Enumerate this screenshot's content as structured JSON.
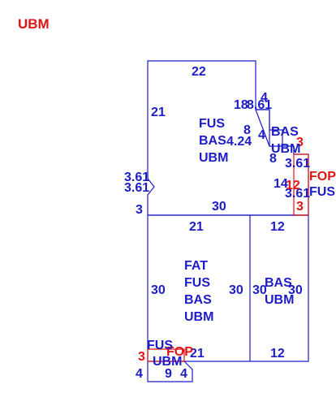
{
  "title": {
    "text": "UBM",
    "color": "#e01414"
  },
  "colors": {
    "line": "#1c1cc8",
    "accent": "#e01414"
  },
  "dimensions": [
    {
      "id": "top-22",
      "text": "22"
    },
    {
      "id": "left-21",
      "text": "21"
    },
    {
      "id": "bay-18",
      "text": "18"
    },
    {
      "id": "bay-4",
      "text": "4"
    },
    {
      "id": "bay-861",
      "text": "8.61"
    },
    {
      "id": "bay-424",
      "text": "4.24"
    },
    {
      "id": "bay-8a",
      "text": "8"
    },
    {
      "id": "bay-8b",
      "text": "8"
    },
    {
      "id": "bay-4b",
      "text": "4"
    },
    {
      "id": "right-361a",
      "text": "3.61"
    },
    {
      "id": "right-14",
      "text": "14"
    },
    {
      "id": "right-361b",
      "text": "3.61"
    },
    {
      "id": "left-361a",
      "text": "3.61"
    },
    {
      "id": "left-361b",
      "text": "3.61"
    },
    {
      "id": "left-3",
      "text": "3"
    },
    {
      "id": "mid-30",
      "text": "30"
    },
    {
      "id": "low-21",
      "text": "21"
    },
    {
      "id": "low-12",
      "text": "12"
    },
    {
      "id": "low-left-30",
      "text": "30"
    },
    {
      "id": "low-mid-30a",
      "text": "30"
    },
    {
      "id": "low-mid-30b",
      "text": "30"
    },
    {
      "id": "low-right-30",
      "text": "30"
    },
    {
      "id": "bottom-21",
      "text": "21"
    },
    {
      "id": "bottom-12",
      "text": "12"
    },
    {
      "id": "step-4a",
      "text": "4"
    },
    {
      "id": "step-9",
      "text": "9"
    },
    {
      "id": "step-4b",
      "text": "4"
    }
  ],
  "red_labels": [
    {
      "id": "red-3a",
      "text": "3"
    },
    {
      "id": "red-12a",
      "text": "12"
    },
    {
      "id": "red-3b",
      "text": "3"
    },
    {
      "id": "red-3c",
      "text": "3"
    },
    {
      "id": "red-fop",
      "text": "FOP"
    },
    {
      "id": "red-fop2",
      "text": "FOP"
    }
  ],
  "areas": [
    {
      "id": "upper-area",
      "lines": [
        "FUS",
        "BAS",
        "UBM"
      ]
    },
    {
      "id": "bay-area",
      "lines": [
        "BAS",
        "UBM"
      ]
    },
    {
      "id": "lower-left-area",
      "lines": [
        "FAT",
        "FUS",
        "BAS",
        "UBM"
      ]
    },
    {
      "id": "lower-right-area",
      "lines": [
        "BAS",
        "UBM"
      ]
    },
    {
      "id": "right-tab-area",
      "lines": [
        "FUS"
      ]
    },
    {
      "id": "bottom-tab-area",
      "lines": [
        "FUS",
        "UBM"
      ]
    }
  ]
}
